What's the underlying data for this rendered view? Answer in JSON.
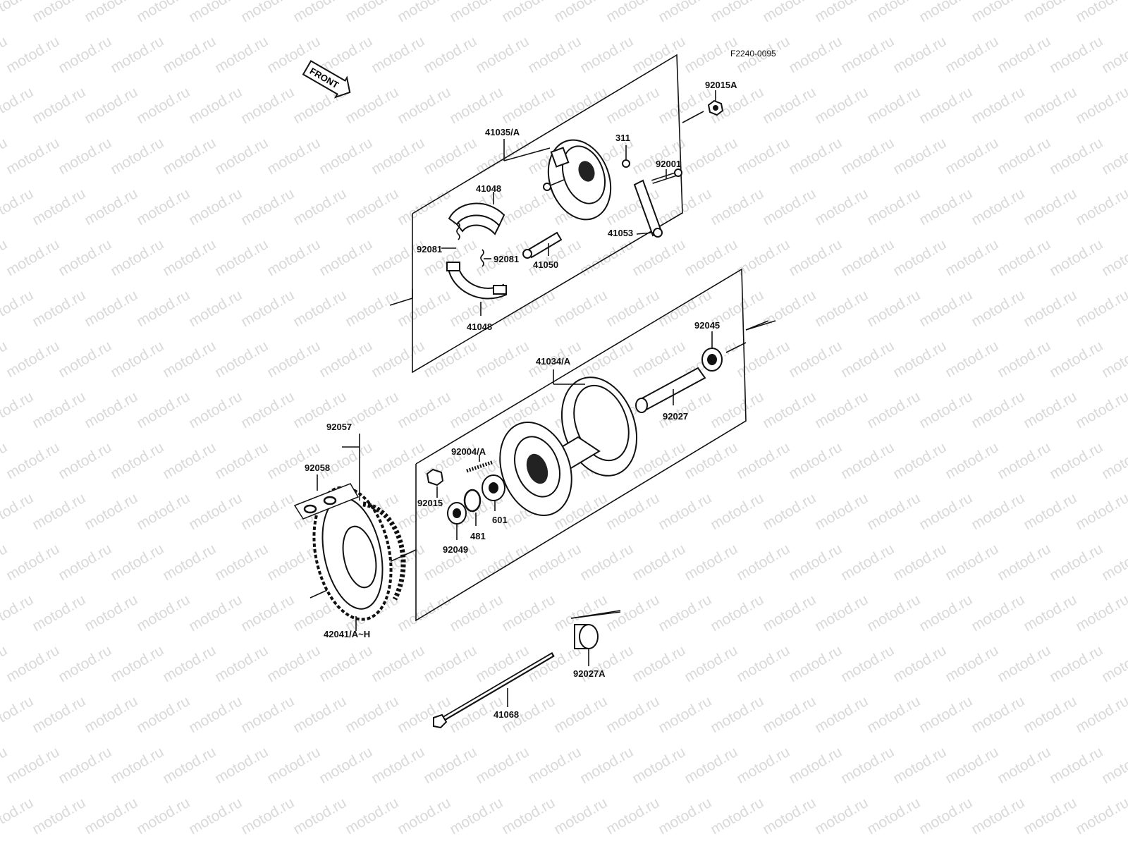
{
  "watermark": {
    "text": "motod.ru",
    "color": "#d9d9d9"
  },
  "diagram": {
    "figure_code": "F2240-0095",
    "front_label": "FRONT",
    "parts": [
      {
        "id": "92015A",
        "label": "92015A"
      },
      {
        "id": "41035A",
        "label": "41035/A"
      },
      {
        "id": "311",
        "label": "311"
      },
      {
        "id": "92001",
        "label": "92001"
      },
      {
        "id": "41048-top",
        "label": "41048"
      },
      {
        "id": "92081-left",
        "label": "92081"
      },
      {
        "id": "92081-right",
        "label": "92081"
      },
      {
        "id": "41050",
        "label": "41050"
      },
      {
        "id": "41053",
        "label": "41053"
      },
      {
        "id": "41048-bottom",
        "label": "41048"
      },
      {
        "id": "92045",
        "label": "92045"
      },
      {
        "id": "41034A",
        "label": "41034/A"
      },
      {
        "id": "92027",
        "label": "92027"
      },
      {
        "id": "92057",
        "label": "92057"
      },
      {
        "id": "92004A",
        "label": "92004/A"
      },
      {
        "id": "92058",
        "label": "92058"
      },
      {
        "id": "92015",
        "label": "92015"
      },
      {
        "id": "601",
        "label": "601"
      },
      {
        "id": "481",
        "label": "481"
      },
      {
        "id": "92049",
        "label": "92049"
      },
      {
        "id": "42041",
        "label": "42041/A~H"
      },
      {
        "id": "92027A",
        "label": "92027A"
      },
      {
        "id": "41068",
        "label": "41068"
      }
    ]
  }
}
